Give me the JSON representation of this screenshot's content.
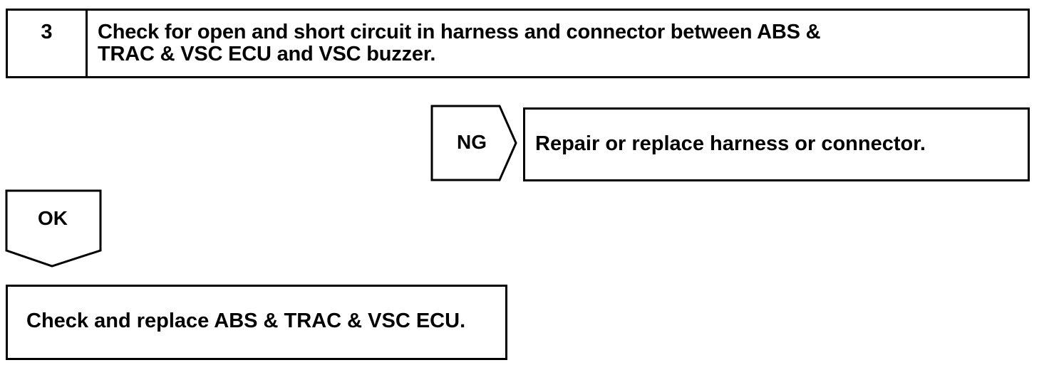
{
  "step": {
    "number": "3",
    "title": "Check for open and short circuit in harness and connector between ABS &\nTRAC & VSC ECU and VSC buzzer."
  },
  "ng_branch": {
    "label": "NG",
    "action": "Repair or replace harness or connector."
  },
  "ok_branch": {
    "label": "OK",
    "action": "Check and replace ABS & TRAC & VSC ECU."
  }
}
